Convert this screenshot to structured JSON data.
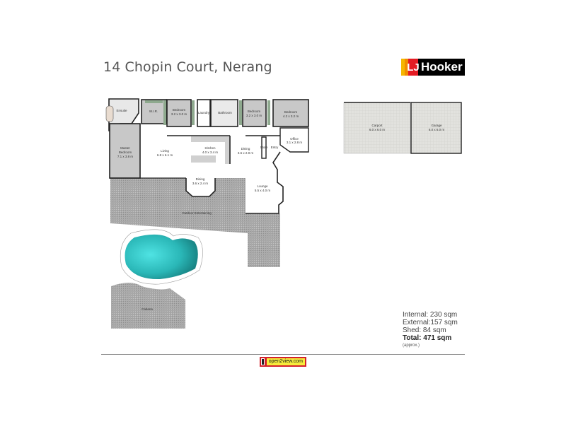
{
  "header": {
    "address": "14 Chopin Court, Nerang",
    "logo": {
      "mark": "LJ",
      "name": "Hooker",
      "colors": [
        "#f5b700",
        "#f28c00",
        "#e41b23",
        "#000000"
      ]
    }
  },
  "floorplan": {
    "rooms": [
      {
        "name": "Ensuite",
        "size": ""
      },
      {
        "name": "W.I.R.",
        "size": ""
      },
      {
        "name": "Bedroom",
        "size": "3.2 x 3.0 m"
      },
      {
        "name": "Laundry",
        "size": ""
      },
      {
        "name": "Bathroom",
        "size": ""
      },
      {
        "name": "Bedroom",
        "size": "3.2 x 3.0 m"
      },
      {
        "name": "Bedroom",
        "size": "4.2 x 3.2 m"
      },
      {
        "name": "Office",
        "size": "3.1 x 2.8 m"
      },
      {
        "name": "Master Bedroom",
        "size": "7.1 x 3.8 m"
      },
      {
        "name": "Living",
        "size": "6.8 x 6.1 m"
      },
      {
        "name": "Kitchen",
        "size": "4.0 x 3.4 m"
      },
      {
        "name": "Dining",
        "size": "3.6 x 2.9 m"
      },
      {
        "name": "Store",
        "size": ""
      },
      {
        "name": "Entry",
        "size": ""
      },
      {
        "name": "Dining",
        "size": "3.6 x 2.4 m"
      },
      {
        "name": "Lounge",
        "size": "5.5 x 4.0 m"
      },
      {
        "name": "Outdoor Entertaining",
        "size": ""
      },
      {
        "name": "Cabana",
        "size": ""
      }
    ],
    "outbuildings": [
      {
        "name": "Carport",
        "size": "6.0 x 6.0 m"
      },
      {
        "name": "Garage",
        "size": "6.0 x 6.0 m"
      }
    ],
    "pool_color": "#3fc9c9"
  },
  "areas": {
    "internal": "Internal: 230 sqm",
    "external": "External:157 sqm",
    "shed": "Shed: 84 sqm",
    "total": "Total: 471 sqm",
    "approx": "(approx.)"
  },
  "footer": {
    "badge_text": "open2view.com",
    "badge_colors": [
      "#d4202b",
      "#f7ec3c"
    ]
  }
}
